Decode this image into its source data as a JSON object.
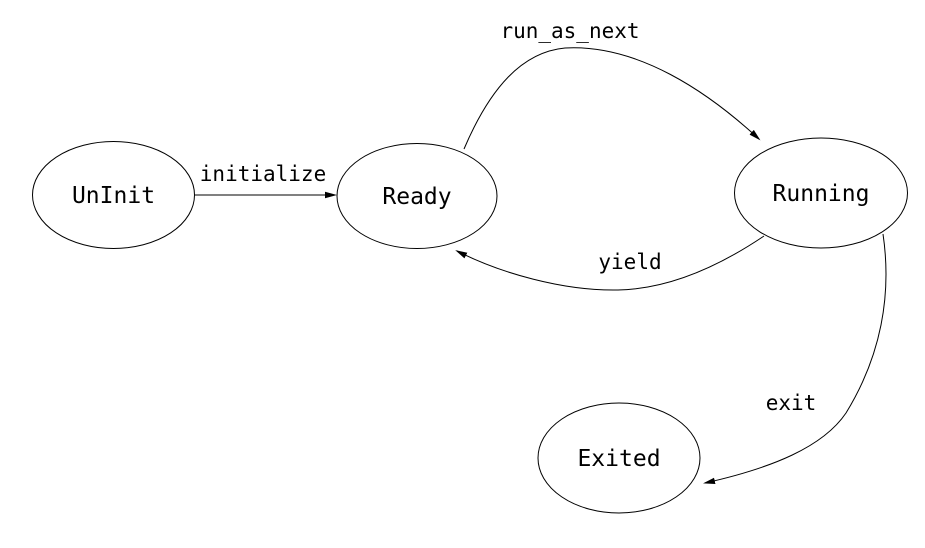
{
  "diagram": {
    "type": "state-machine",
    "background_color": "#ffffff",
    "stroke_color": "#000000",
    "text_color": "#000000",
    "nodes": [
      {
        "id": "uninit",
        "label": "UnInit"
      },
      {
        "id": "ready",
        "label": "Ready"
      },
      {
        "id": "running",
        "label": "Running"
      },
      {
        "id": "exited",
        "label": "Exited"
      }
    ],
    "edges": [
      {
        "from": "UnInit",
        "to": "Ready",
        "label": "initialize"
      },
      {
        "from": "Ready",
        "to": "Running",
        "label": "run_as_next"
      },
      {
        "from": "Running",
        "to": "Ready",
        "label": "yield"
      },
      {
        "from": "Running",
        "to": "Exited",
        "label": "exit"
      }
    ]
  }
}
